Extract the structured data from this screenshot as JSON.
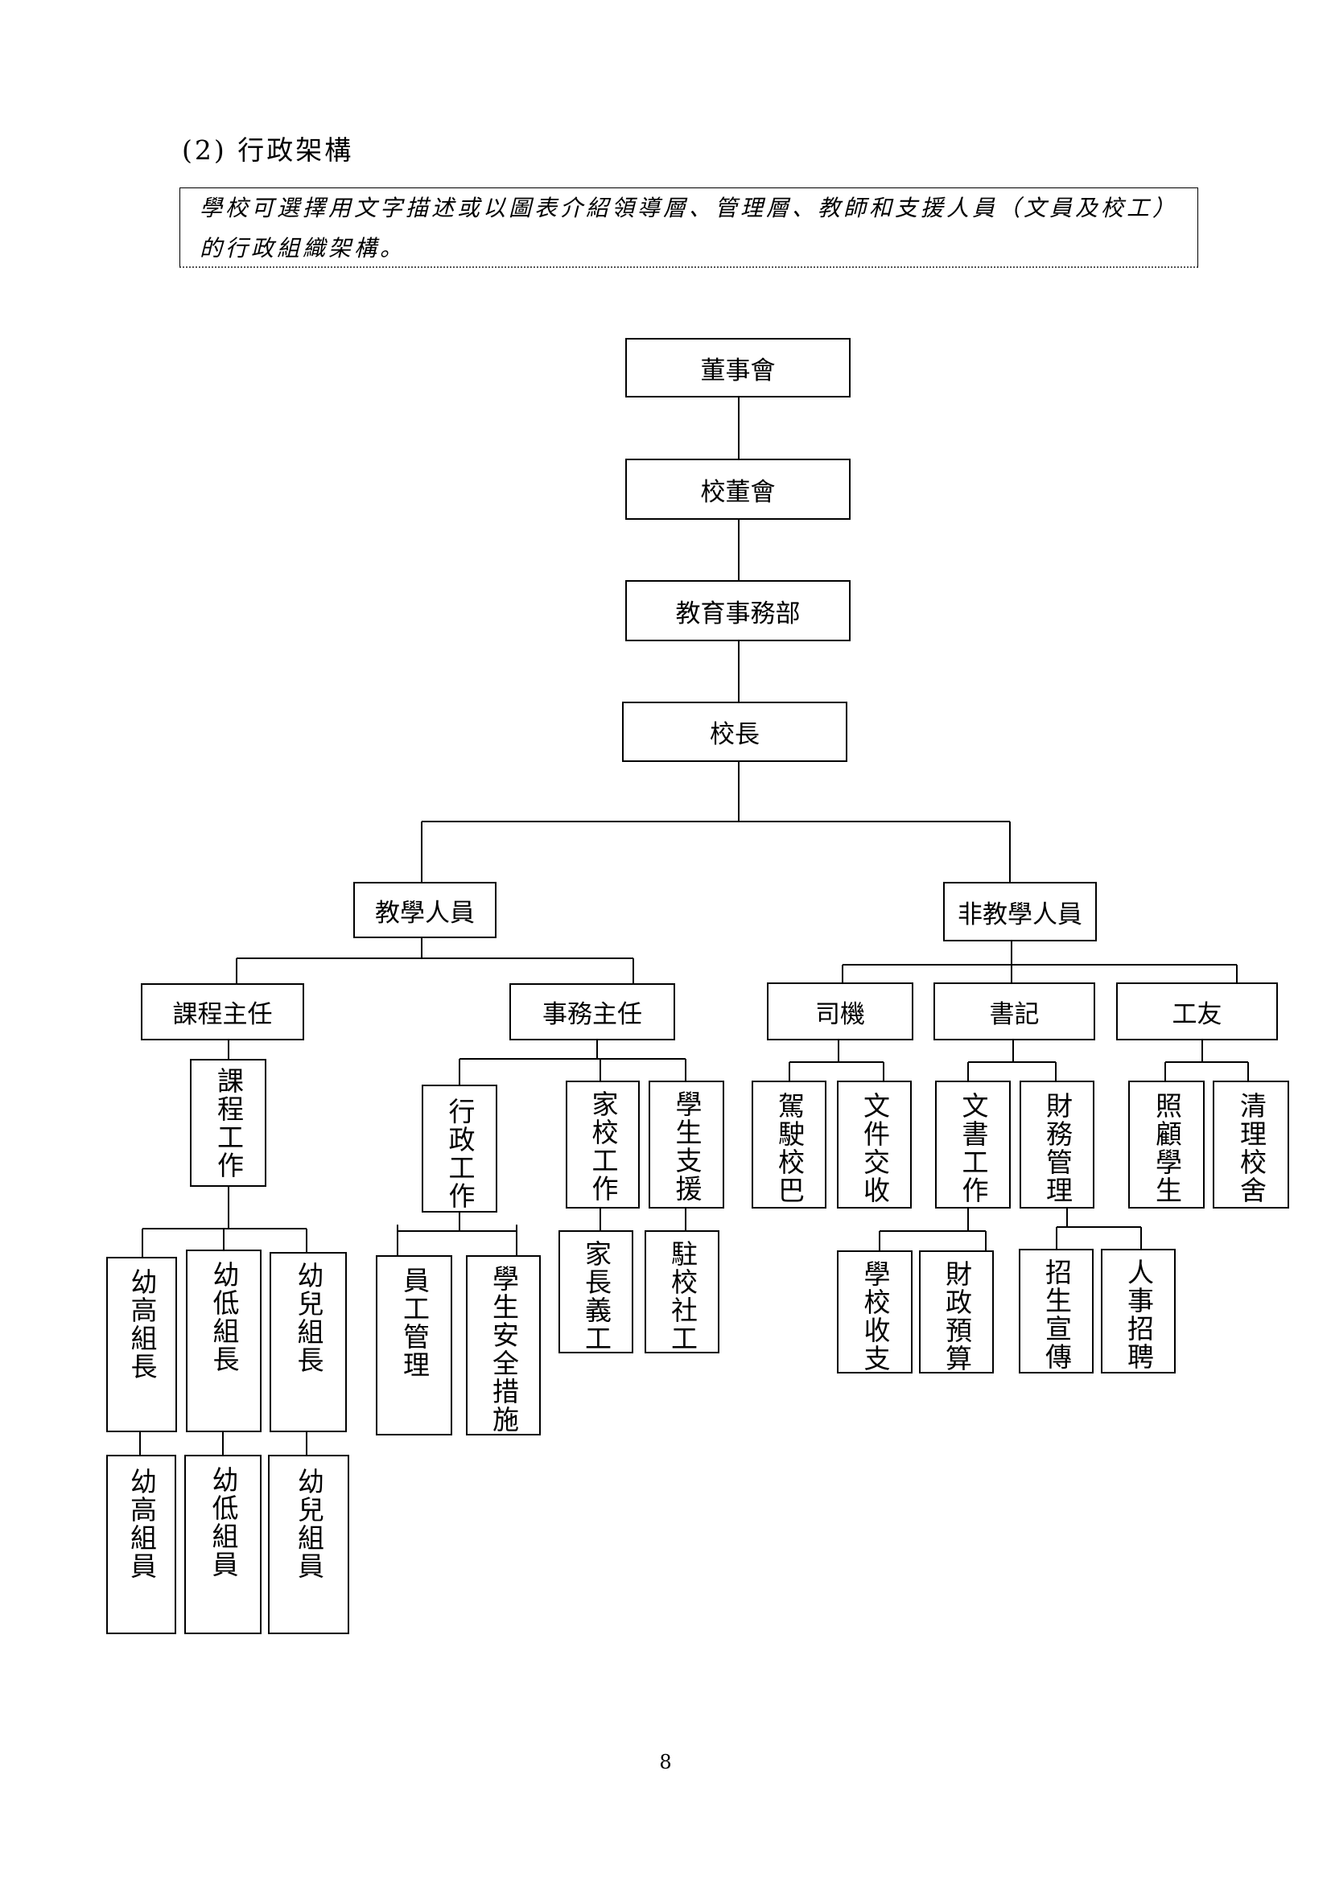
{
  "heading": "(2) 行政架構",
  "note": "學校可選擇用文字描述或以圖表介紹領導層、管理層、教師和支援人員（文員及校工）的行政組織架構。",
  "page_number": "8",
  "nodes": {
    "board_of_directors": "董事會",
    "school_board": "校董會",
    "education_affairs_dept": "教育事務部",
    "principal": "校長",
    "teaching_staff": "教學人員",
    "non_teaching_staff": "非教學人員",
    "curriculum_head": "課程主任",
    "affairs_head": "事務主任",
    "driver": "司機",
    "clerk": "書記",
    "janitor": "工友",
    "curriculum_work": "課程工作",
    "admin_work": "行政工作",
    "home_school_work": "家校工作",
    "student_support": "學生支援",
    "drive_school_bus": "駕駛校巴",
    "document_receipt": "文件交收",
    "clerical_work": "文書工作",
    "financial_management": "財務管理",
    "care_students": "照顧學生",
    "clean_campus": "清理校舍",
    "senior_group_leader": "幼高組長",
    "junior_group_leader": "幼低組長",
    "nursery_group_leader": "幼兒組長",
    "staff_management": "員工管理",
    "student_safety_measures": "學生安全措施",
    "parent_volunteers": "家長義工",
    "school_social_worker": "駐校社工",
    "school_income_expense": "學校收支",
    "fiscal_budget": "財政預算",
    "recruitment_promotion": "招生宣傳",
    "personnel_recruitment": "人事招聘",
    "senior_group_member": "幼高組員",
    "junior_group_member": "幼低組員",
    "nursery_group_member": "幼兒組員"
  }
}
